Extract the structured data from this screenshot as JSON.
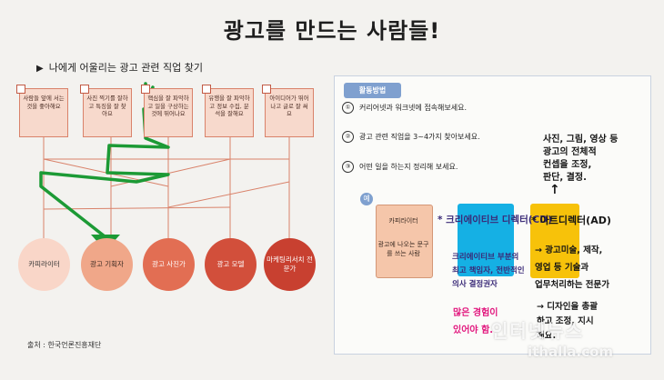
{
  "title": "광고를 만드는 사람들!",
  "subtitle": "나에게 어울리는 광고 관련 직업 찾기",
  "traits": [
    {
      "text": "사람들 앞에 서는 것을 좋아해요"
    },
    {
      "text": "사진 찍기를 잘하고 특징을 잘 찾아요"
    },
    {
      "text": "핵심을 잘 파악하고 일을 구상하는 것에 뛰어나요"
    },
    {
      "text": "유행을 잘 파악하고 정보 수집, 분석을 잘해요"
    },
    {
      "text": "아이디어가 뛰어나고 글로 잘 써요"
    }
  ],
  "jobs": [
    {
      "label": "카피라이터",
      "fill": "#f9d6c8",
      "text_color": "#333333"
    },
    {
      "label": "광고 기획자",
      "fill": "#f0a789",
      "text_color": "#3a2a22"
    },
    {
      "label": "광고 사진가",
      "fill": "#e26e53",
      "text_color": "#ffffff"
    },
    {
      "label": "광고 모델",
      "fill": "#d24f3b",
      "text_color": "#ffffff"
    },
    {
      "label": "마케팅리서치 전문가",
      "fill": "#c84030",
      "text_color": "#ffffff"
    }
  ],
  "source": "출처 : 한국언론진흥재단",
  "activity": {
    "tab_label": "활동방법",
    "steps": [
      {
        "num": "①",
        "text": "커리어넷과 워크넷에 접속해보세요."
      },
      {
        "num": "②",
        "text": "광고 관련 직업을 3~4가지 찾아보세요."
      },
      {
        "num": "③",
        "text": "어떤 일을 하는지 정리해 보세요."
      }
    ],
    "example_badge": "예",
    "example_title": "카피라이터",
    "example_desc": "광고에 나오는 문구를 쓰는 사람"
  },
  "handwriting": {
    "top_right": [
      "사진, 그림, 영상 등",
      "광고의 전체적",
      "컨셉을 조정,",
      "판단, 결정."
    ],
    "creative_title": "* 크리에이티브 디렉터(CD)",
    "creative_desc": [
      "크리에이티브 부분의",
      "최고 책임자, 전반적인",
      "의사 결정권자"
    ],
    "creative_note": [
      "많은 경험이",
      "있어야 함."
    ],
    "art_title": "* 아트디렉터(AD)",
    "art_desc": [
      "→ 광고미술, 제작,",
      "영업 등 기술과",
      "업무처리하는 전문가"
    ],
    "art_note": [
      "→ 디자인을 총괄",
      "하고 조정, 지시",
      "해요."
    ]
  },
  "watermark": {
    "main": "인터넷뉴스",
    "sub": "ithalla.com"
  },
  "colors": {
    "accent_blue": "#7fa0cf",
    "trait_fill": "#f7d9cc",
    "diagram_line": "#d9826a",
    "green_marker": "#1c9a35"
  }
}
